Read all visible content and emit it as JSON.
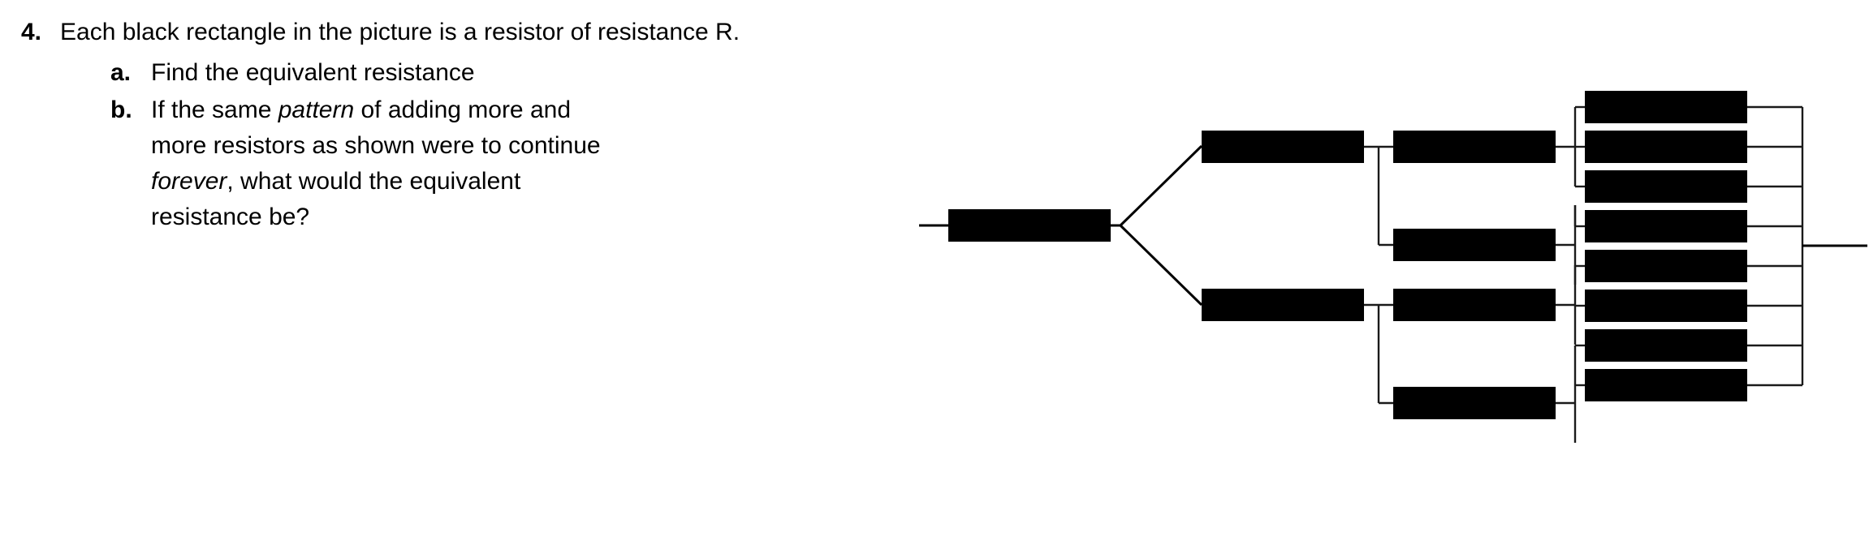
{
  "document": {
    "background_color": "#ffffff",
    "text_color": "#000000"
  },
  "problem": {
    "number": "4.",
    "stem": "Each black rectangle in the picture is a resistor of resistance R.",
    "parts": [
      {
        "marker": "a.",
        "lines": [
          "Find the equivalent resistance"
        ]
      },
      {
        "marker": "b.",
        "lines": [
          "If the same pattern of adding more and",
          "more resistors as shown were to continue",
          "forever, what would the equivalent",
          "resistance be?"
        ],
        "line1_pre": "If the same ",
        "line1_em": "pattern",
        "line1_post": " of adding more and",
        "line2": "more resistors as shown were to continue",
        "line3_em": "forever",
        "line3_post": ", what would the equivalent",
        "line4": "resistance be?"
      }
    ]
  },
  "diagram": {
    "name": "infinite-resistor-ladder",
    "description": "Binary tree of resistors: 1 series resistor splits into 2 parallel branches, each branch splits into 2, each of those into 2, giving 1 + 2 + 4 + 8 resistors.",
    "resistor_color": "#000000",
    "wire_color": "#000000",
    "levels": [
      {
        "level": 1,
        "count": 1
      },
      {
        "level": 2,
        "count": 2
      },
      {
        "level": 3,
        "count": 4
      },
      {
        "level": 4,
        "count": 8
      }
    ],
    "total_resistors": 15,
    "resistor_label": "R",
    "input_terminal": "left-lead",
    "output_terminal": "right-lead"
  }
}
